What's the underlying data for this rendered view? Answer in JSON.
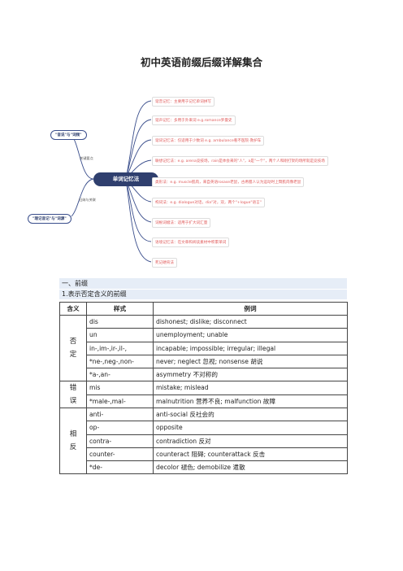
{
  "title": "初中英语前缀后缀详解集合",
  "mindmap": {
    "center": "单词记忆法",
    "pill_top": "\"音说\"与\"词频\"",
    "pill_bottom": "\"理记音记\"与\"词源\"",
    "label_top": "关键要点",
    "label_bottom": "归纳与关联",
    "nodes": [
      "谐音记忆：主要用于记忆单词拼写",
      "谐声记忆：多用于外来词 e.g.romance罗曼史",
      "谐词记忆法：仅适用于少数词 e.g. ambulance看不医院·救护车",
      "联想记忆法：e.g. arena竞技场，rain是体会来的\"人\"，a是\"一个\"，两个人和刚打架的场所就是竞技场",
      "类形法：e.g. muscle肌肉，来自英语rosase老鼠，古希腊人认为运动时上臂肌肉像老鼠",
      "构词法：e.g. dialogue对话，dia\"对，双，两个\"+logue\"语言\"",
      "词根词缀法：适用于扩大词汇量",
      "语境记忆法：在文章和阅读素材中积累单词",
      "死记硬背法"
    ]
  },
  "section": {
    "heading": "一、前缀",
    "subheading": "1.表示否定含义的前缀"
  },
  "table": {
    "headers": [
      "含义",
      "样式",
      "例词"
    ],
    "groups": [
      {
        "category": "否定",
        "rows": [
          {
            "form": "dis",
            "examples": "dishonest; dislike; disconnect"
          },
          {
            "form": "un",
            "examples": "unemployment; unable"
          },
          {
            "form": "in-,im-,ir-,il-,",
            "examples": "incapable; impossible; irregular; illegal"
          },
          {
            "form": "*ne-,neg-,non-",
            "examples": "never; neglect 忽视; nonsense 胡说"
          },
          {
            "form": "*a-,an-",
            "examples": "asymmetry 不对称的"
          }
        ]
      },
      {
        "category": "错误",
        "rows": [
          {
            "form": "mis",
            "examples": "mistake; mislead"
          },
          {
            "form": "*male-,mal-",
            "examples": "malnutrition 营养不良; malfunction 故障"
          }
        ]
      },
      {
        "category": "相反",
        "rows": [
          {
            "form": "anti-",
            "examples": "anti-social 反社会的"
          },
          {
            "form": "op-",
            "examples": "opposite"
          },
          {
            "form": "contra-",
            "examples": "contradiction 反对"
          },
          {
            "form": "counter-",
            "examples": "counteract 阻碍; counterattack 反击"
          },
          {
            "form": "*de-",
            "examples": "decolor 褪色; demobilize 遣散"
          }
        ]
      }
    ]
  }
}
